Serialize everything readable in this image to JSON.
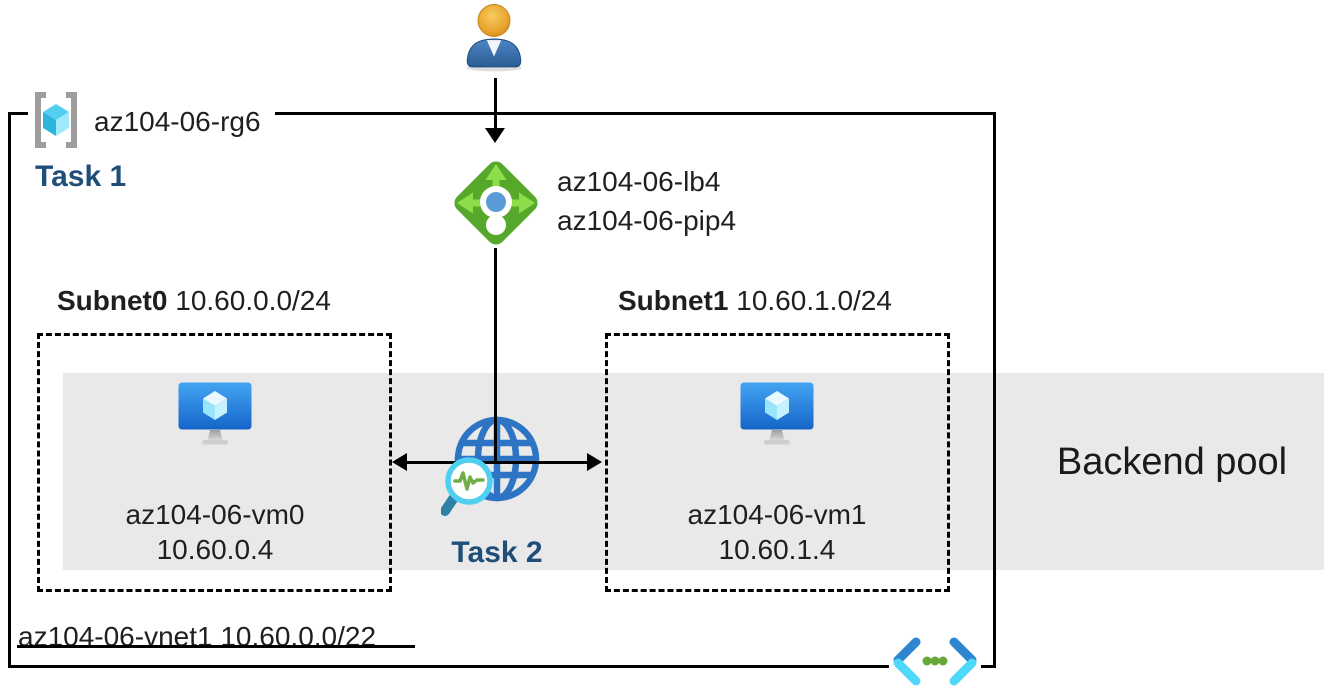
{
  "resource_group": {
    "name": "az104-06-rg6"
  },
  "tasks": {
    "task1": "Task 1",
    "task2": "Task 2"
  },
  "load_balancer": {
    "name": "az104-06-lb4",
    "public_ip": "az104-06-pip4"
  },
  "subnets": [
    {
      "name": "Subnet0",
      "cidr": "10.60.0.0/24",
      "vm_name": "az104-06-vm0",
      "vm_ip": "10.60.0.4"
    },
    {
      "name": "Subnet1",
      "cidr": "10.60.1.0/24",
      "vm_name": "az104-06-vm1",
      "vm_ip": "10.60.1.4"
    }
  ],
  "backend_pool_label": "Backend pool",
  "vnet_label": "az104-06-vnet1 10.60.0.0/22",
  "colors": {
    "task_text": "#1F4E79",
    "backend_band": "#E9E9E9",
    "lb_diamond_green": "#56A82B",
    "lb_arrow_green": "#8EDE4B",
    "lb_dot_blue": "#5B9BD5",
    "vm_monitor_blue": "#1E7AD4",
    "globe_blue": "#2E74C4",
    "magnifier_ring": "#4FD0F0",
    "pulse_green": "#70AD47",
    "vnet_bracket_dark": "#2E86D1",
    "vnet_bracket_light": "#50D8F9",
    "vnet_dot_green": "#68A839",
    "rg_cube_cyan": "#54CFF1",
    "user_head_orange": "#E8A32E",
    "user_body_blue": "#3B6EA5"
  }
}
